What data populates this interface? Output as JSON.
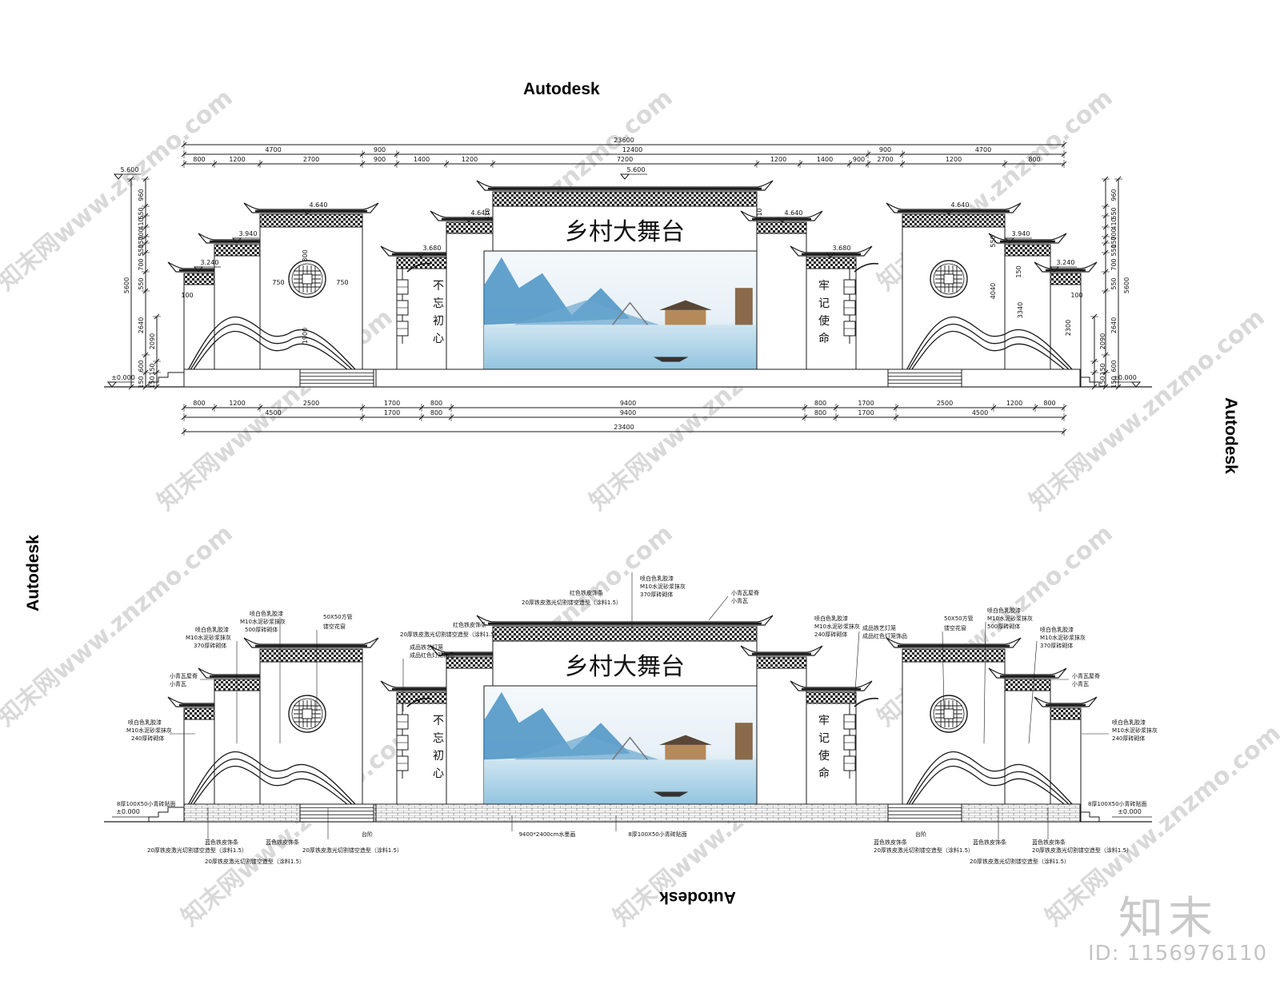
{
  "stamps": {
    "top": "Autodesk",
    "right": "Autodesk",
    "left": "Autodesk",
    "bottom": "Autodesk"
  },
  "sign_title": "乡村大舞台",
  "left_slogan": [
    "不",
    "忘",
    "初",
    "心"
  ],
  "right_slogan": [
    "牢",
    "记",
    "使",
    "命"
  ],
  "watermark": "知末网www.znzmo.com",
  "logo": "知末",
  "id_text": "ID: 1156976110",
  "top_dims": {
    "total": "23600",
    "row1": [
      "4700",
      "900",
      "12400",
      "900",
      "4700"
    ],
    "row2": [
      "800",
      "1200",
      "2700",
      "900",
      "1400",
      "1200",
      "7200",
      "1200",
      "1400",
      "900",
      "2700",
      "1200",
      "800"
    ]
  },
  "bottom_dims": {
    "row1": [
      "800",
      "1200",
      "2500",
      "1700",
      "800",
      "9400",
      "800",
      "1700",
      "2500",
      "1200",
      "800"
    ],
    "row2": [
      "4500",
      "1700",
      "800",
      "9400",
      "800",
      "1700",
      "4500"
    ],
    "total": "23400"
  },
  "elevations": {
    "top": "5.600",
    "l_tower": "4.640",
    "l_mid": "3.940",
    "l_low": "3.240",
    "l_gate": "4.640",
    "l_side": "3.680",
    "r_gate": "4.640",
    "r_side": "3.680",
    "r_tower": "4.640",
    "r_mid": "3.940",
    "r_low": "3.240",
    "left_ground": "5.600",
    "ground_l": "±0.000",
    "ground_r": "±0.000",
    "ground_l2": "±0.000",
    "ground_r2": "±0.000"
  },
  "vert_dims": {
    "left_outer": [
      "960",
      "550",
      "410",
      "700",
      "150",
      "550",
      "700",
      "550",
      "2640",
      "600",
      "150"
    ],
    "left_outer_total": "5600",
    "left_inner": [
      "2090",
      "150",
      "150"
    ],
    "right_outer": [
      "960",
      "550",
      "410",
      "700",
      "150",
      "550",
      "700",
      "550",
      "2640",
      "600",
      "150"
    ],
    "right_outer_total": "5600",
    "right_inner": [
      "2090",
      "150",
      "150"
    ]
  },
  "inner_dims": {
    "window_left_w": "750",
    "window_right_w": "750",
    "window_top": "800",
    "window_bottom": "1900",
    "gate_410_l": "410",
    "gate_410_l2": "410",
    "r_4040": "4040",
    "r_3340": "3340",
    "r_2300": "2300",
    "r_550": "550",
    "r_150": "150",
    "left_100": "100",
    "right_100": "100"
  },
  "notes": {
    "title_top": "喷白色乳胶漆",
    "title_m10": "M10水泥砂浆抹灰",
    "title_370": "370厚砖砌体",
    "cap_red": "红色铁皮饰条",
    "cap_20": "20厚铁皮激光切割镂空造型（涂料1.5）",
    "small_tile_r": "小青瓦屋脊",
    "small_tile_r2": "小青瓦",
    "l_red2": "红色铁皮饰条",
    "l_20b": "20厚铁皮激光切割镂空造型（涂料1.5）",
    "l_lamp": "成品铁艺灯笼",
    "l_lamp2": "成品红色灯笼饰品",
    "l_t1": "喷白色乳胶漆",
    "l_t2": "M10水泥砂浆抹灰",
    "l_t3": "500厚砖砌体",
    "l_c1": "喷白色乳胶漆",
    "l_c2": "M10水泥砂浆抹灰",
    "l_c3": "370厚砖砌体",
    "l_win": "50X50方管",
    "l_win2": "镂空花窗",
    "l_tile": "小青瓦屋脊",
    "l_tile2": "小青瓦",
    "l_b1": "喷白色乳胶漆",
    "l_b2": "M10水泥砂浆抹灰",
    "l_b3": "240厚砖砌体",
    "l_base": "8厚100X50小青砖贴面",
    "r_base": "8厚100X50小青砖贴面",
    "r_t1": "喷白色乳胶漆",
    "r_t2": "M10水泥砂浆抹灰",
    "r_t3": "240厚砖砌体",
    "r_lamp": "成品铁艺灯笼",
    "r_lamp2": "成品红色灯笼饰品",
    "r_win": "50X50方管",
    "r_win2": "镂空花窗",
    "r_c1": "喷白色乳胶漆",
    "r_c2": "M10水泥砂浆抹灰",
    "r_c3": "500厚砖砌体",
    "r_d1": "喷白色乳胶漆",
    "r_d2": "M10水泥砂浆抹灰",
    "r_d3": "370厚砖砌体",
    "r_tile": "小青瓦屋脊",
    "r_tile2": "小青瓦",
    "r_b1": "喷白色乳胶漆",
    "r_b2": "M10水泥砂浆抹灰",
    "r_b3": "240厚砖砌体",
    "screen": "9400*2400cm水墨画",
    "stage_base": "8厚100X50小青砖贴面",
    "lb_blue": "蓝色铁皮饰条",
    "lb_20a": "20厚铁皮激光切割镂空造型（涂料1.5）",
    "lb_20b": "20厚铁皮激光切割镂空造型（涂料1.5）",
    "lb_blue2": "蓝色铁皮饰条",
    "lb_step": "台阶",
    "lb_20c": "20厚铁皮激光切割镂空造型（涂料1.5）",
    "rb_blue": "蓝色铁皮饰条",
    "rb_step": "台阶",
    "rb_20a": "20厚铁皮激光切割镂空造型（涂料1.5）",
    "rb_blue2": "蓝色铁皮饰条",
    "rb_blue3": "蓝色铁皮饰条",
    "rb_20b": "20厚铁皮激光切割镂空造型（涂料1.5）",
    "rb_20c": "20厚铁皮激光切割镂空造型（涂料1.5）"
  },
  "colors": {
    "line": "#1a1a1a",
    "sky": "#e9f1f6",
    "mountain": "#3e8cc0",
    "water": "#8cc1de",
    "watermark": "#d9d9d9",
    "logo": "#c9c9c9"
  }
}
